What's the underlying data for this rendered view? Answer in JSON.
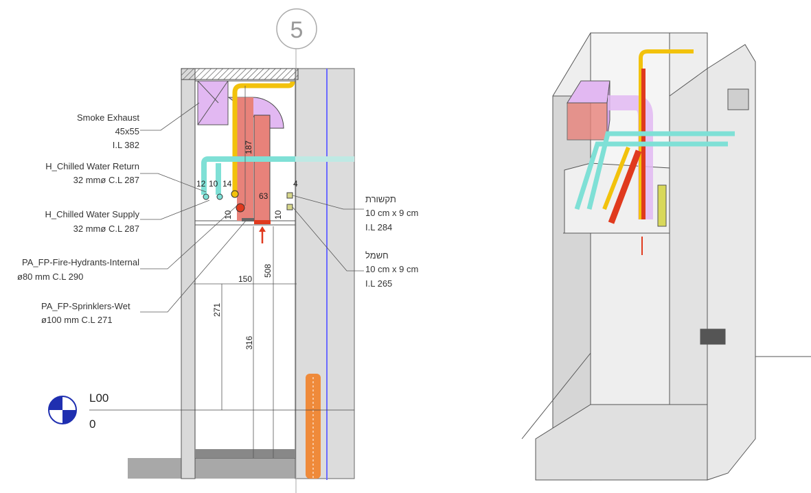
{
  "section_view": {
    "grid_bubble": "5",
    "level": {
      "name": "L00",
      "elevation": "0"
    },
    "tags": [
      {
        "lines": [
          "Smoke Exhaust",
          "45x55",
          "I.L 382"
        ]
      },
      {
        "lines": [
          "H_Chilled Water Return",
          "32 mmø C.L 287"
        ]
      },
      {
        "lines": [
          "H_Chilled Water Supply",
          "32 mmø C.L 287"
        ]
      },
      {
        "lines": [
          "PA_FP-Fire-Hydrants-Internal",
          "ø80 mm C.L 290"
        ]
      },
      {
        "lines": [
          "PA_FP-Sprinklers-Wet",
          "ø100 mm C.L 271"
        ]
      },
      {
        "lines": [
          "תקשורת",
          "10 cm x 9 cm",
          "I.L 284"
        ]
      },
      {
        "lines": [
          "חשמל",
          "10 cm x 9 cm",
          "I.L 265"
        ]
      }
    ],
    "dimensions": {
      "d187": "187",
      "d63": "63",
      "d12": "12",
      "d10a": "10",
      "d14": "14",
      "d4": "4",
      "d10b": "10",
      "d10c": "10",
      "d150": "150",
      "d508": "508",
      "d271": "271",
      "d316": "316"
    }
  },
  "colors": {
    "smoke": "#e2b8f2",
    "duct_red": "#e8827a",
    "chw": "#7fe0d6",
    "yellow": "#f2c20c",
    "fire": "#e03a1e",
    "tray": "#ef8a3a",
    "grid_blue": "#6a6aff",
    "level_blue": "#1f2fb0"
  }
}
